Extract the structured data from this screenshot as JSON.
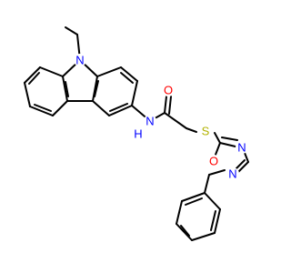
{
  "diagram_type": "chemical-structure",
  "colors": {
    "bond": "#000000",
    "N": "#0000FF",
    "O": "#FF0000",
    "S": "#B2B200",
    "background": "#FFFFFF"
  },
  "atoms": {
    "n_carbazole": "N",
    "n_amide": "N",
    "h_amide": "H",
    "o_carbonyl": "O",
    "s_thioether": "S",
    "n_oxadiazole_upper": "N",
    "n_oxadiazole_lower": "N",
    "o_oxadiazole": "O"
  }
}
